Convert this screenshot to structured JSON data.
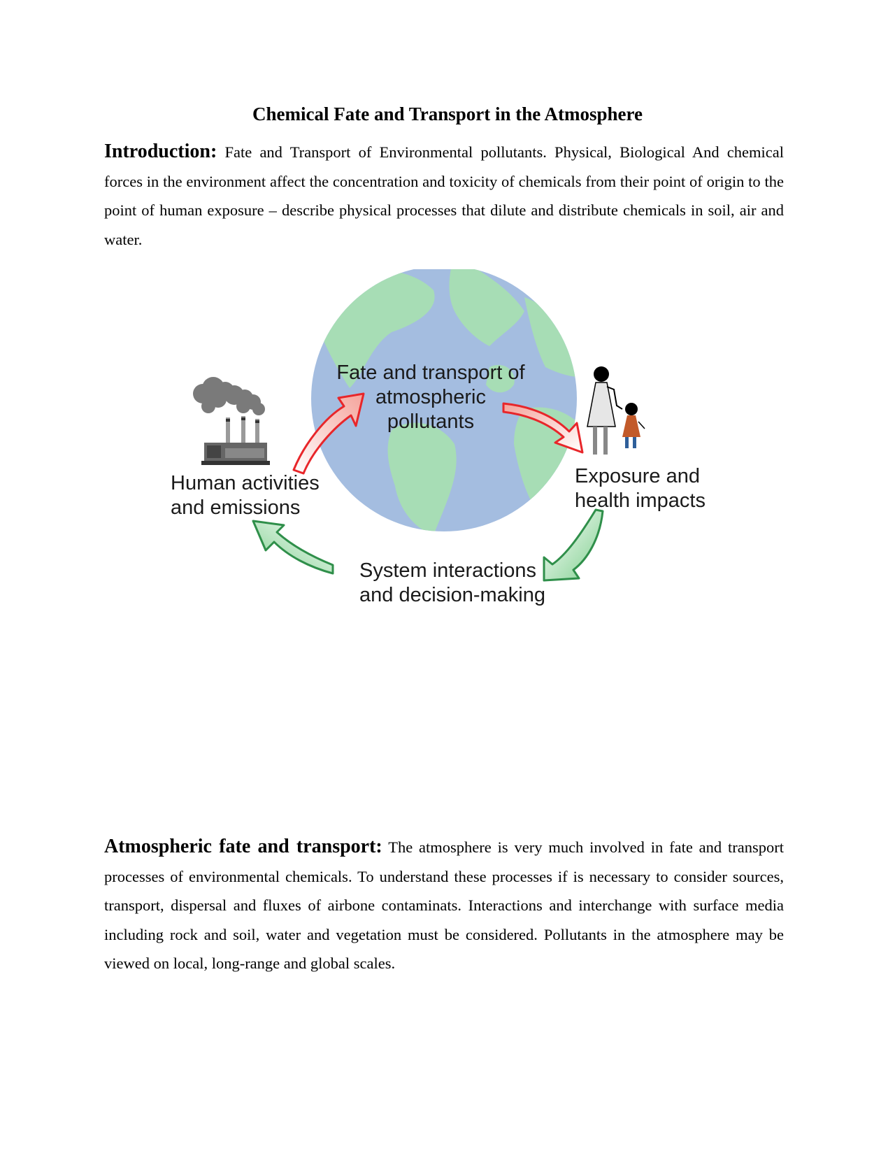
{
  "document": {
    "title": "Chemical Fate and Transport in the Atmosphere",
    "intro": {
      "heading": "Introduction:",
      "text": " Fate and Transport of Environmental pollutants. Physical, Biological And chemical forces in the environment affect the concentration and toxicity of chemicals from their point of origin to the point of human exposure – describe physical processes that dilute and distribute chemicals in soil, air and water."
    },
    "figure": {
      "center_line1": "Fate and transport of",
      "center_line2": "atmospheric",
      "center_line3": "pollutants",
      "left_line1": "Human activities",
      "left_line2": "and emissions",
      "right_line1": "Exposure and",
      "right_line2": "health impacts",
      "bottom_line1": "System interactions",
      "bottom_line2": "and decision-making",
      "icons": [
        "factory-smokestack-icon",
        "adult-and-child-icon",
        "earth-globe-icon"
      ],
      "colors": {
        "ocean": "#a4bde0",
        "land": "#a7ddb5",
        "red_arrow": "#e8262a",
        "green_arrow": "#2f8f4a"
      }
    },
    "atmos": {
      "heading": "Atmospheric fate and transport:",
      "text": " The atmosphere is very much involved in fate and transport processes of environmental chemicals. To understand these processes if is necessary to consider sources, transport, dispersal and fluxes of airbone contaminats. Interactions and interchange with surface media including rock and soil, water and vegetation must be considered. Pollutants in the atmosphere may be viewed on local, long-range and global scales."
    }
  }
}
